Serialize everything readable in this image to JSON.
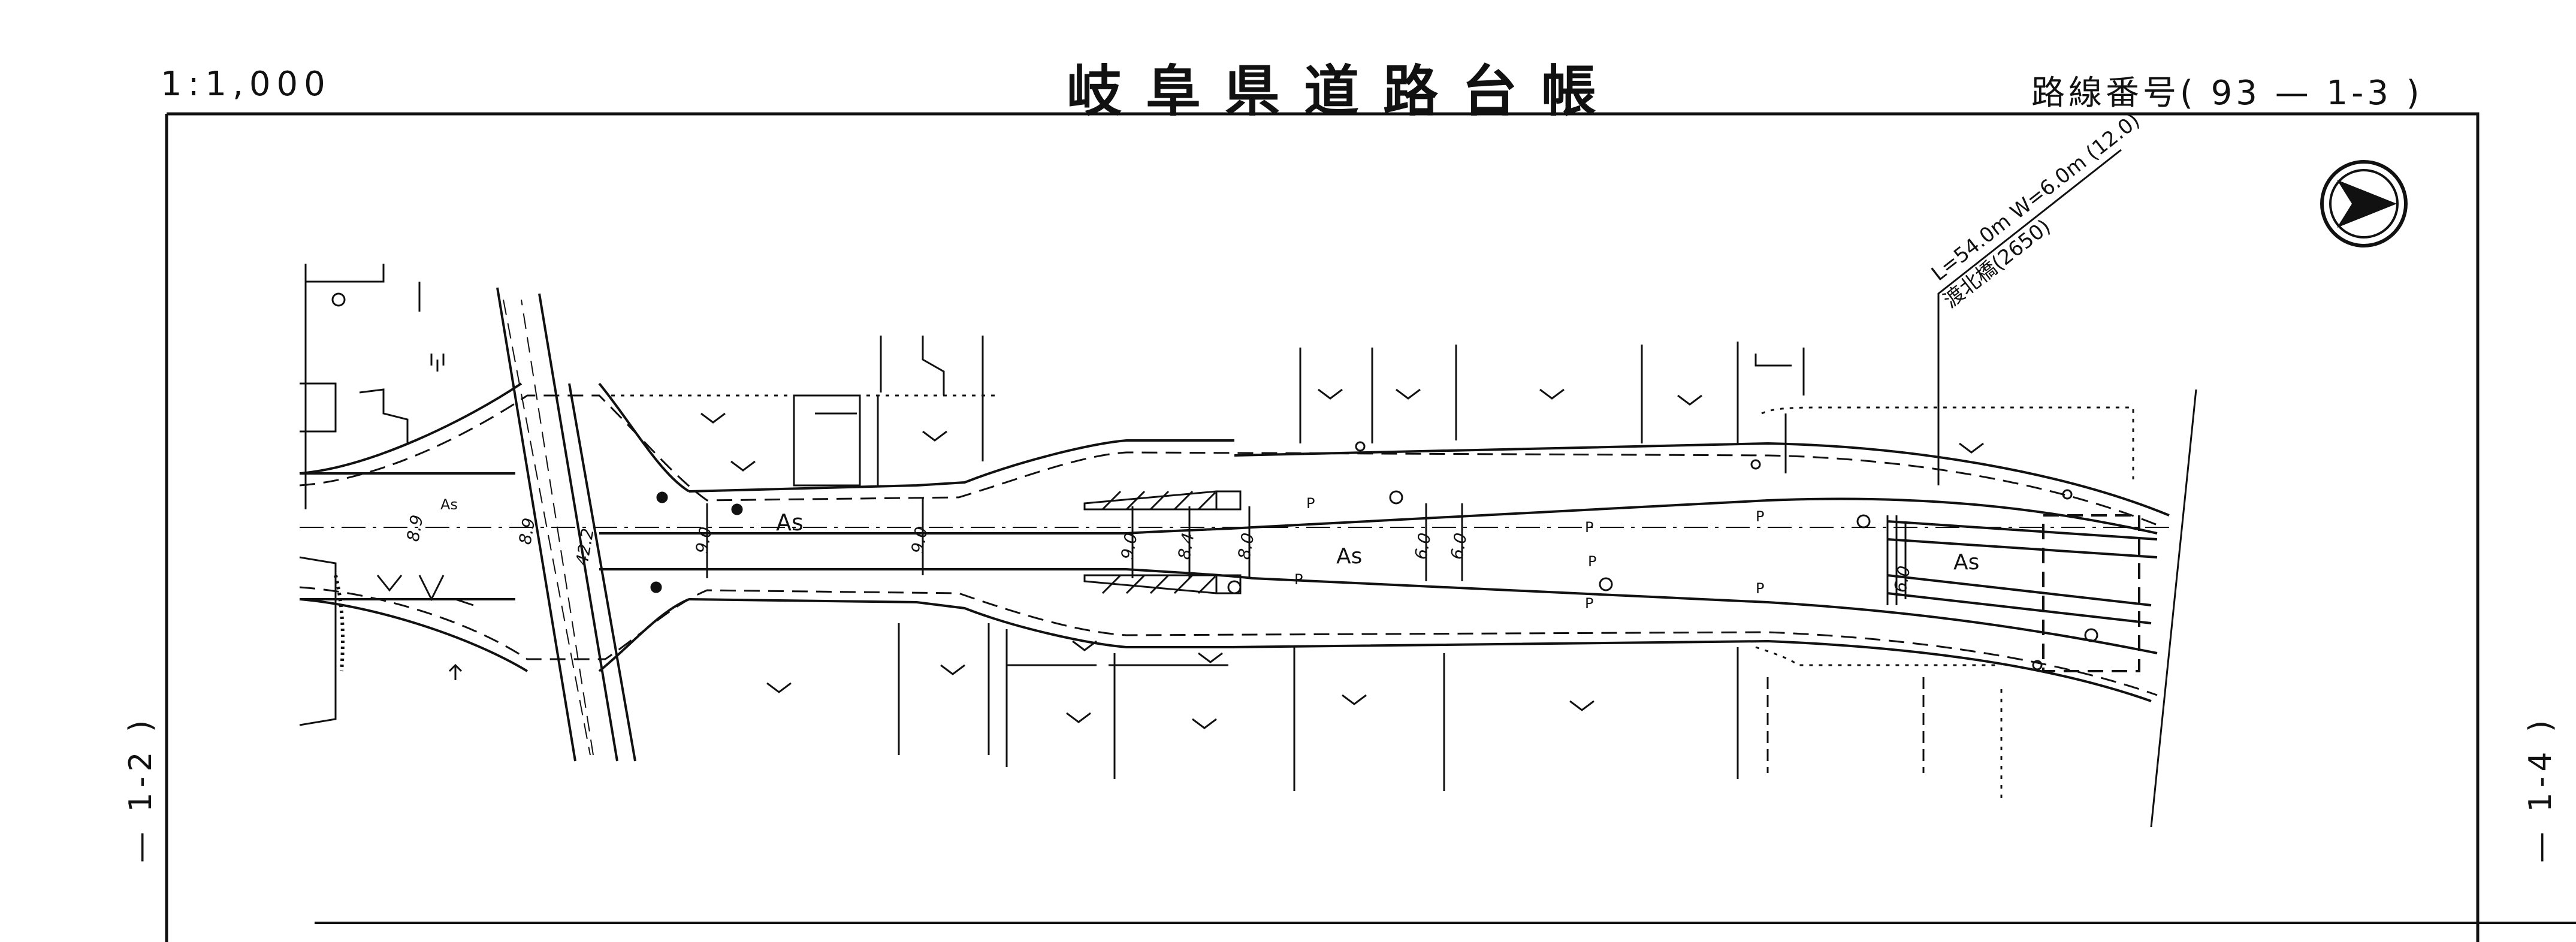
{
  "header": {
    "scale": "1:1,000",
    "title": "岐阜県道路台帳",
    "route_number": "路線番号( 93 — 1-3 )"
  },
  "side_labels": {
    "left": "— 1-2 )",
    "right": "— 1-4 )"
  },
  "bridge": {
    "dimensions": "L=54.0m W=6.0m (12.0)",
    "name": "渡北橋(2650)"
  },
  "surface_labels": {
    "as1": "As",
    "as2": "As",
    "as3": "As",
    "as4": "As",
    "p1": "P",
    "p2": "P",
    "p3": "P",
    "p4": "P",
    "p5": "P",
    "p6": "P",
    "p7": "P"
  },
  "widths": {
    "w1": "8.9",
    "w2": "8.9",
    "w3": "42.2",
    "w4": "9.0",
    "w5": "9.0",
    "w6": "9.0",
    "w7": "8.4",
    "w8": "8.0",
    "w9": "6.0",
    "w10": "6.0",
    "w11": "6.0"
  },
  "colors": {
    "ink": "#111111",
    "paper": "#ffffff"
  }
}
